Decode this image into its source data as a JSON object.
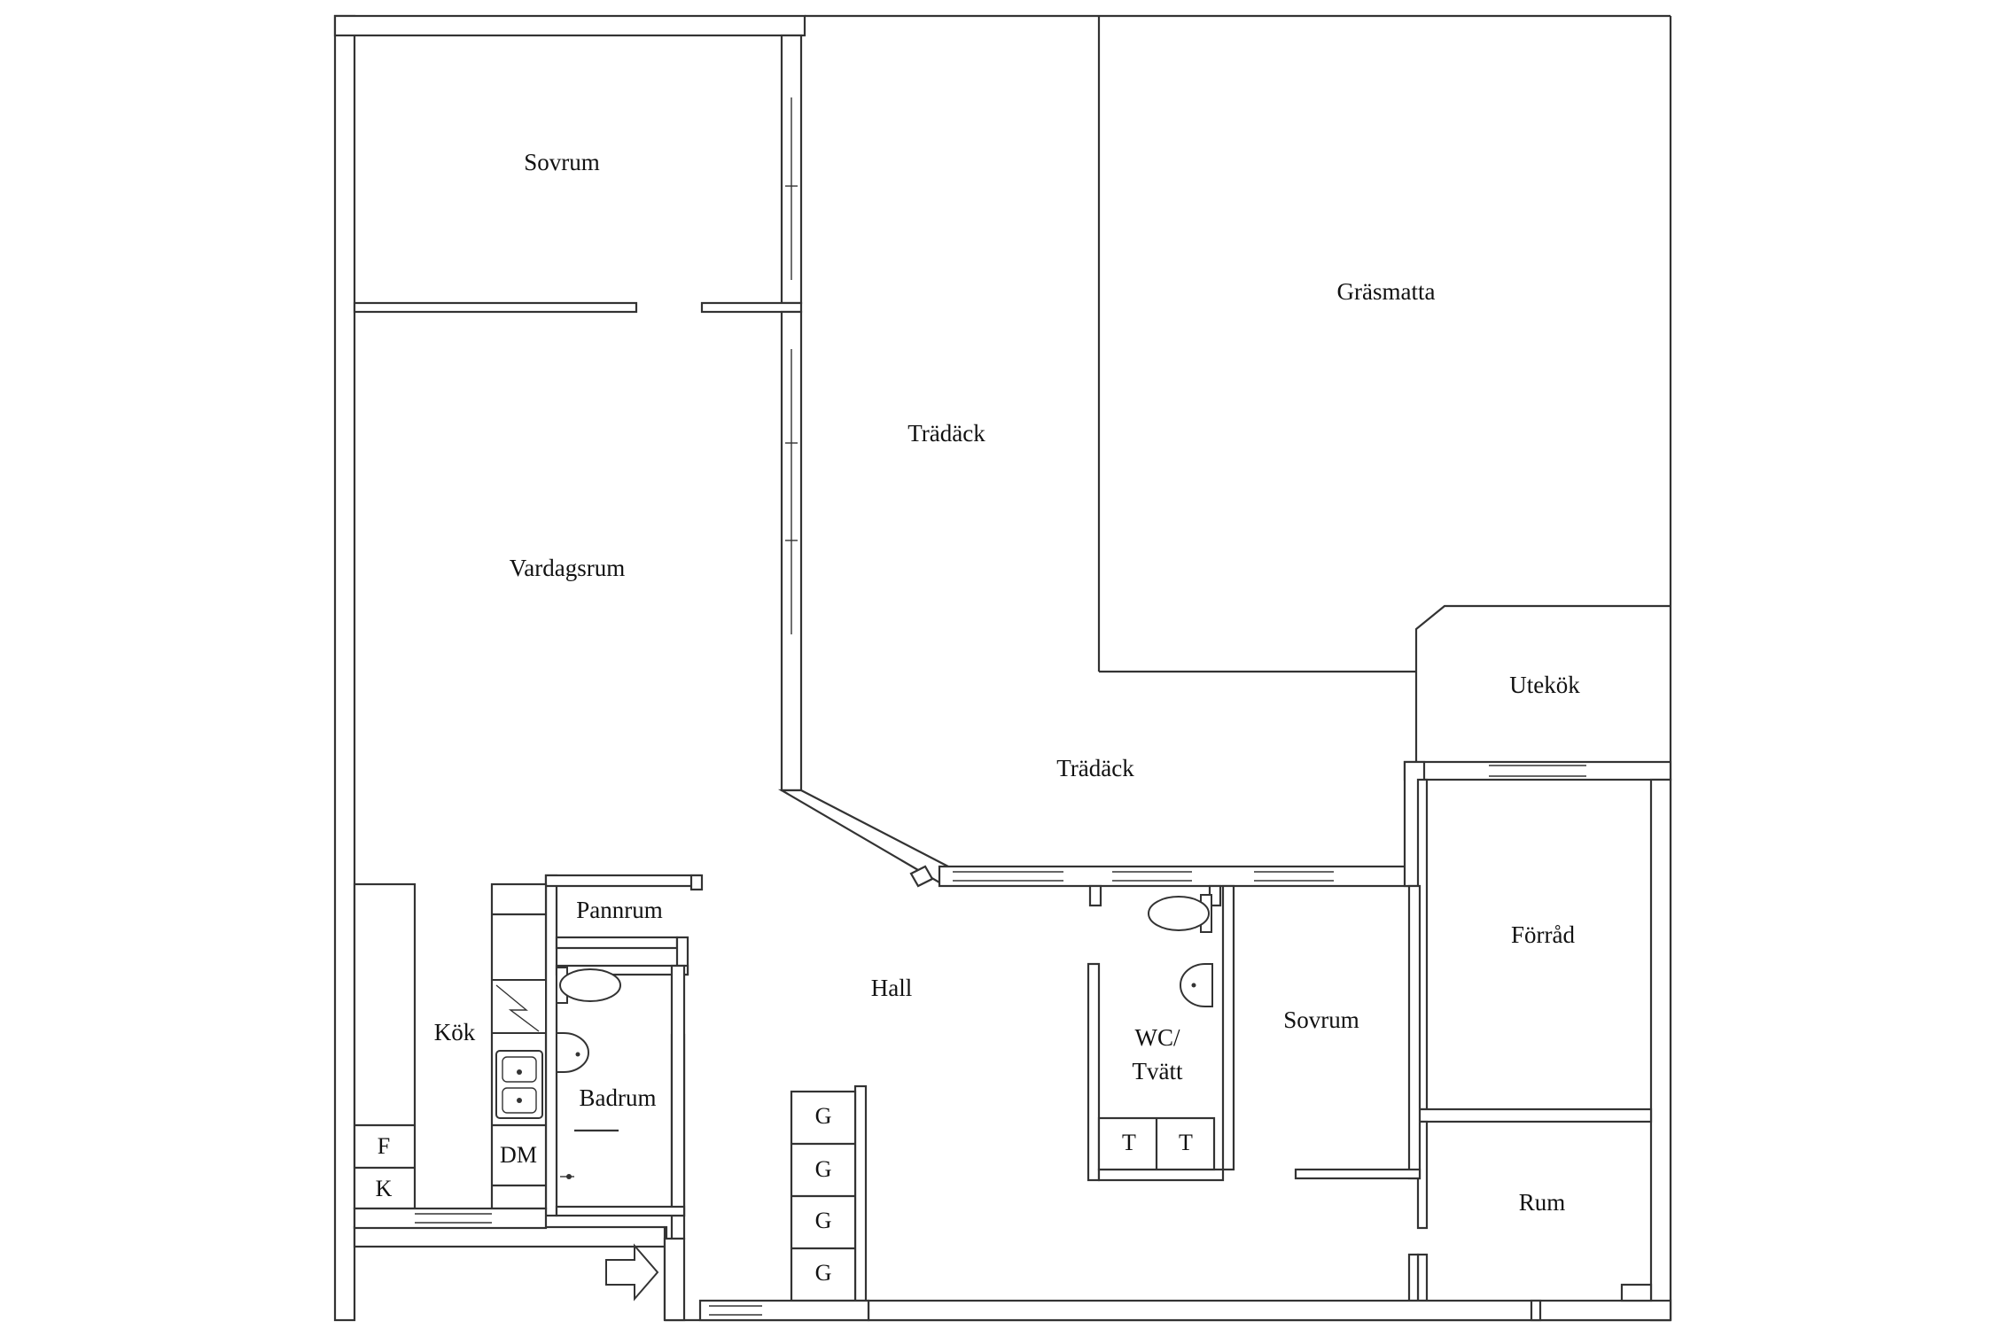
{
  "rooms": {
    "sovrum_top": "Sovrum",
    "vardagsrum": "Vardagsrum",
    "tradack_upper": "Trädäck",
    "grasmatta": "Gräsmatta",
    "utekok": "Utekök",
    "tradack_lower": "Trädäck",
    "pannrum": "Pannrum",
    "hall": "Hall",
    "kok": "Kök",
    "badrum": "Badrum",
    "wc_line1": "WC/",
    "wc_line2": "Tvätt",
    "sovrum_right": "Sovrum",
    "forrad": "Förråd",
    "rum": "Rum"
  },
  "appliances": {
    "fridge": "F",
    "freezer": "K",
    "dishwasher": "DM",
    "dryer_1": "T",
    "dryer_2": "T",
    "wardrobe_1": "G",
    "wardrobe_2": "G",
    "wardrobe_3": "G",
    "wardrobe_4": "G"
  },
  "icons": {
    "entrance": "entrance-arrow-icon",
    "toilet": "toilet-icon",
    "sink": "sink-icon",
    "stove": "stove-icon"
  }
}
